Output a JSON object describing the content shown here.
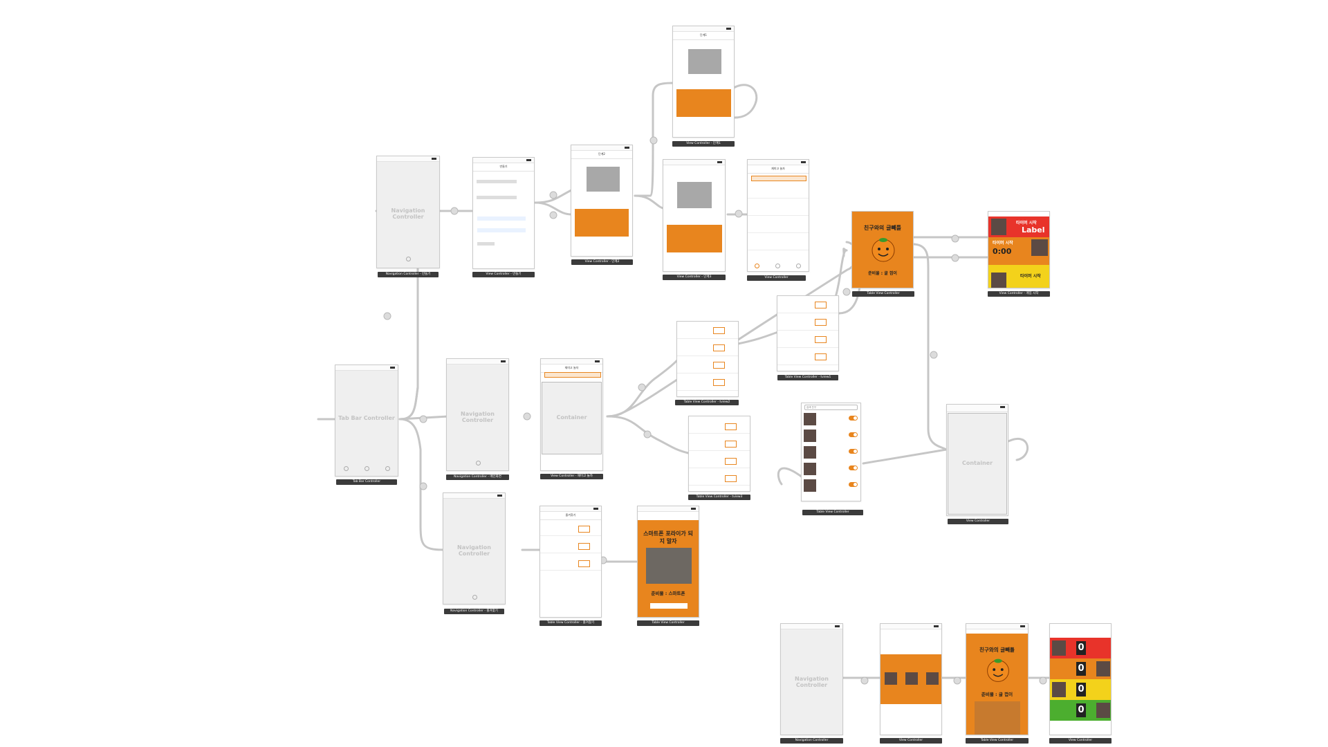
{
  "scenes": {
    "navMake": {
      "placeholder": "Navigation Controller",
      "caption": "Navigation Controller - 만들기"
    },
    "vcMake": {
      "title": "만들기",
      "caption": "View Controller - 만들기"
    },
    "vcStep2": {
      "title": "단계2",
      "caption": "View Controller - 단계2"
    },
    "vcStep1": {
      "title": "단계1",
      "caption": "View Controller - 단계1"
    },
    "vcStep3": {
      "caption": "View Controller - 단계3"
    },
    "vcPlain": {
      "title": "재미고 놀자",
      "caption": "View Controller"
    },
    "tvcGame": {
      "title": "친구와의 글빼틀",
      "subtitle": "준비물 : 귤 껍이",
      "caption": "Table View Controller"
    },
    "vcGameStart": {
      "label": "Label",
      "btn1": "타이머 시작",
      "time": "0:00",
      "caption": "View Controller - 게임 시작"
    },
    "tvcTview1": {
      "caption": "Table View Controller - tview1"
    },
    "tvcTview2": {
      "caption": "Table View Controller - tview2"
    },
    "tvcTview3": {
      "caption": "Table View Controller - tview3"
    },
    "tabBar": {
      "placeholder": "Tab Bar Controller",
      "caption": "Tab Bar Controller"
    },
    "navMain": {
      "placeholder": "Navigation Controller",
      "caption": "Navigation Controller - 메인화면"
    },
    "vcPlay": {
      "title": "재미고 놀자",
      "placeholder": "Container",
      "caption": "View Controller - 재미고 놀자"
    },
    "navFavorite": {
      "placeholder": "Navigation Controller",
      "caption": "Navigation Controller - 즐겨찾기"
    },
    "tvcFavorite": {
      "title": "즐겨찾기",
      "caption": "Table View Controller - 즐겨찾기"
    },
    "tvcPhone": {
      "title": "스마트폰 포라이가 되지 말자",
      "subtitle": "준비물 : 스마트폰",
      "caption": "Table View Controller"
    },
    "tvcFriends": {
      "search": "검색 친구",
      "caption": "Table View Controller"
    },
    "vcContainer": {
      "placeholder": "Container",
      "caption": "View Controller"
    },
    "navBottom": {
      "placeholder": "Navigation Controller",
      "caption": "Navigation Controller"
    },
    "vcFriendsPick": {
      "caption": "View Controller"
    },
    "tvcGame2": {
      "title": "친구와의 글빼틀",
      "subtitle": "준비물 : 귤 껍이",
      "caption": "Table View Controller"
    },
    "vcScore": {
      "score": "0",
      "caption": "View Controller"
    }
  },
  "colors": {
    "accent": "#e8851e",
    "red": "#e8332a",
    "yellow": "#f3d21b",
    "green": "#4cae2f"
  }
}
